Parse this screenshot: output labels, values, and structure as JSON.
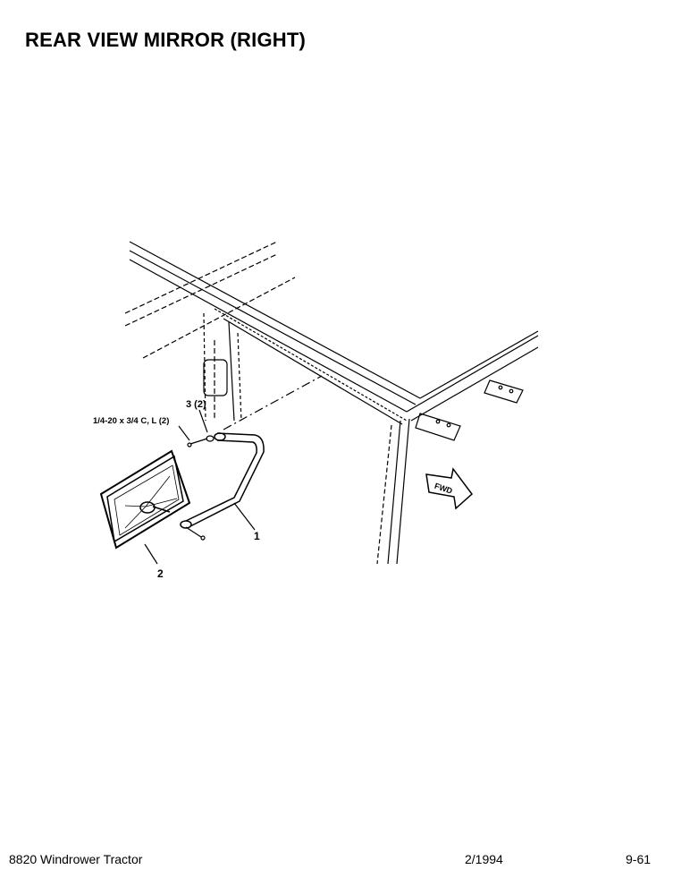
{
  "page": {
    "title": "REAR VIEW MIRROR (RIGHT)"
  },
  "diagram": {
    "callouts": {
      "bolt_spec": "1/4-20 x 3/4 C, L (2)",
      "washer_ref": "3 (2)",
      "bracket_ref": "1",
      "mirror_ref": "2",
      "fwd_label": "FWD"
    }
  },
  "footer": {
    "model": "8820 Windrower Tractor",
    "date": "2/1994",
    "page_number": "9-61"
  }
}
